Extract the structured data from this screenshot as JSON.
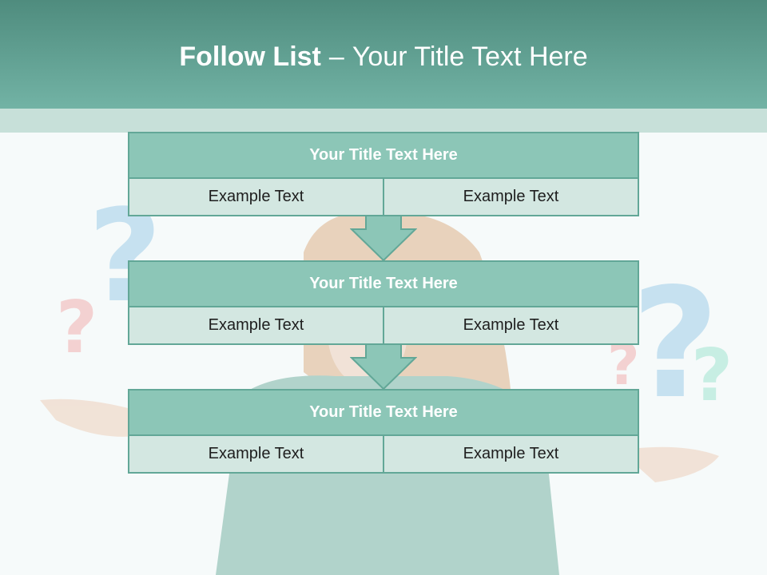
{
  "header": {
    "title_bold": "Follow List",
    "title_sep": "–",
    "title_rest": "Your Title Text Here"
  },
  "blocks": [
    {
      "title": "Your Title Text Here",
      "left": "Example Text",
      "right": "Example Text"
    },
    {
      "title": "Your Title Text Here",
      "left": "Example Text",
      "right": "Example Text"
    },
    {
      "title": "Your Title Text Here",
      "left": "Example Text",
      "right": "Example Text"
    }
  ],
  "colors": {
    "header_dark": "#4f8c7e",
    "header_light": "#72b3a5",
    "block_title_fill": "#8cc6b7",
    "block_cell_fill": "#d3e7e1",
    "border": "#62a797"
  }
}
